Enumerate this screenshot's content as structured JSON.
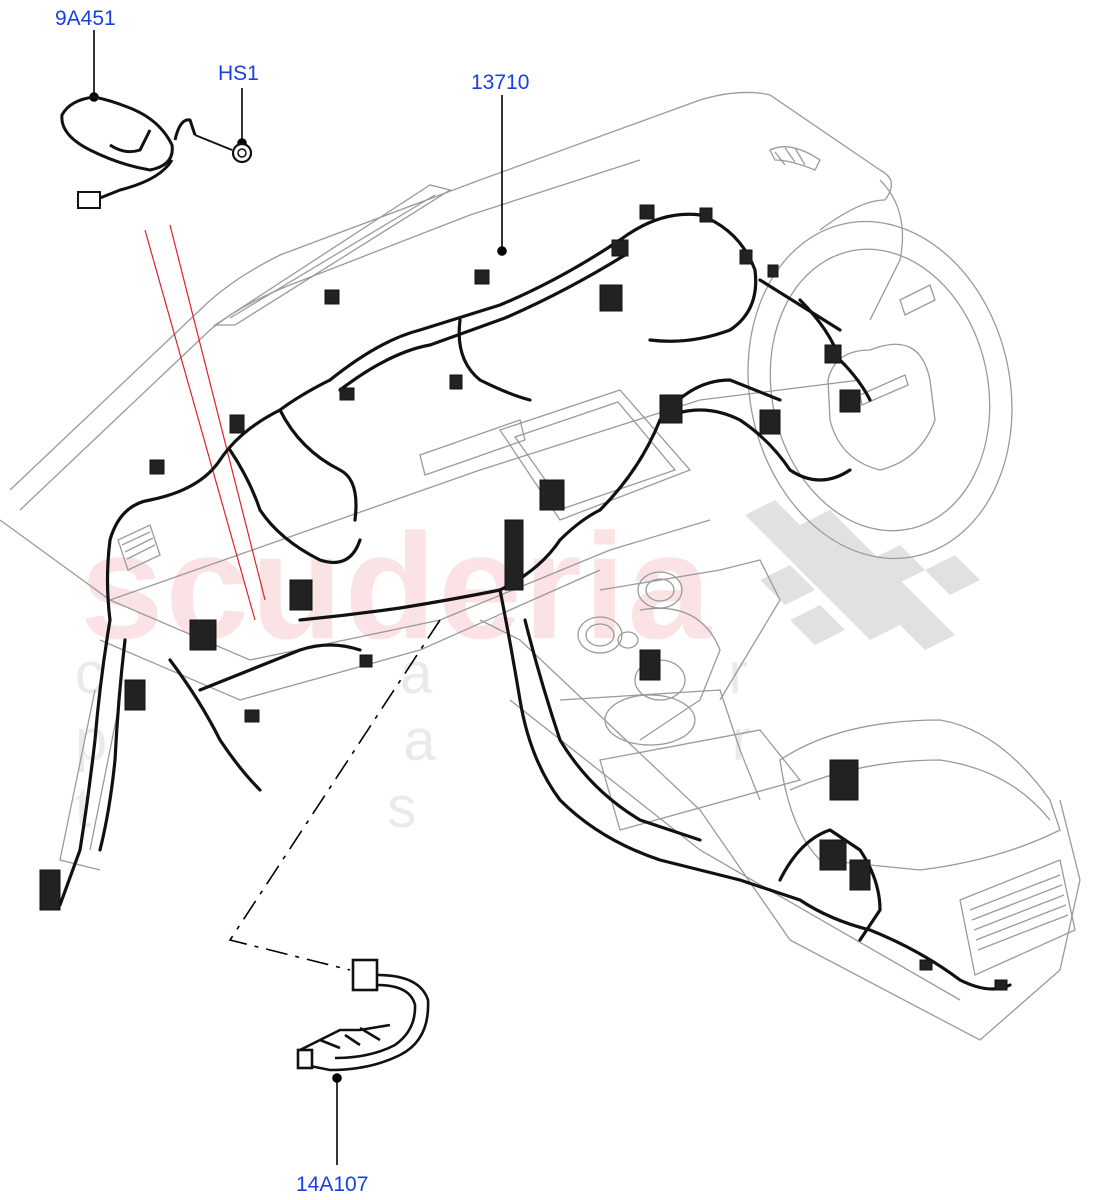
{
  "diagram": {
    "type": "exploded-parts-illustration",
    "subject": "Instrument panel and console wiring harness",
    "colors": {
      "callout_text": "#1a3fe0",
      "leader_line": "#000000",
      "outline_body": "#9a9a9a",
      "harness": "#111111",
      "reference_lines": "#e0202a"
    },
    "callouts": [
      {
        "id": "9A451",
        "label": "9A451",
        "part": "harness-subassembly-upper-left"
      },
      {
        "id": "HS1",
        "label": "HS1",
        "part": "grommet-fastener"
      },
      {
        "id": "13710",
        "label": "13710",
        "part": "main-instrument-panel-harness"
      },
      {
        "id": "14A107",
        "label": "14A107",
        "part": "connector-harness-lower"
      }
    ]
  },
  "watermark": {
    "main": "scuderia",
    "sub": "c a r p a r t s"
  }
}
